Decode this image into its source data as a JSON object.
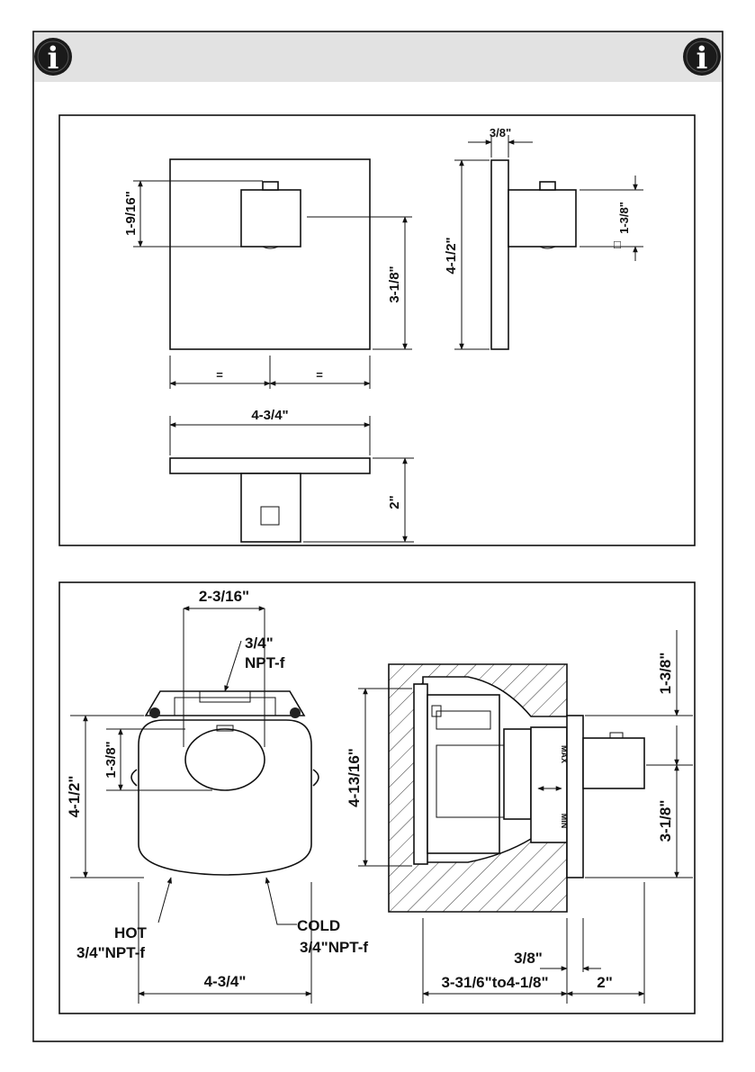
{
  "icons": {
    "left": "info-icon",
    "right": "info-icon"
  },
  "top_panel": {
    "front_height_label": "1-9/16\"",
    "front_center_label": "3-1/8\"",
    "equal_left": "=",
    "equal_right": "=",
    "width_label": "4-3/4\"",
    "depth_label": "2\"",
    "side_thickness_label": "3/8\"",
    "side_height_label": "4-1/2\"",
    "handle_size_label": "1-3/8\"",
    "square_symbol": "□"
  },
  "bottom_panel": {
    "inlet_spacing_label": "2-3/16\"",
    "top_inlet_label_1": "3/4\"",
    "top_inlet_label_2": "NPT-f",
    "front_height_label": "4-1/2\"",
    "front_handle_label": "1-3/8\"",
    "hot_label_1": "HOT",
    "hot_label_2": "3/4\"NPT-f",
    "cold_label_1": "COLD",
    "cold_label_2": "3/4\"NPT-f",
    "front_width_label": "4-3/4\"",
    "valve_height_label": "4-13/16\"",
    "right_top_label": "1-3/8\"",
    "right_bottom_label": "3-1/8\"",
    "plate_label": "3/8\"",
    "wall_range_label": "3-31/6\"to4-1/8\"",
    "handle_depth_label": "2\"",
    "max_label": "MAX",
    "min_label": "MIN"
  }
}
